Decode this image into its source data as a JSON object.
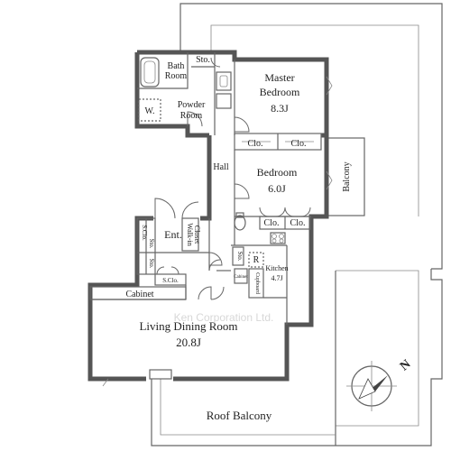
{
  "rooms": {
    "bath_room": [
      "Bath",
      "Room"
    ],
    "sto_top": "Sto.",
    "powder_room": [
      "Powder",
      "Room"
    ],
    "washer": "W.",
    "master_bedroom": [
      "Master",
      "Bedroom",
      "8.3J"
    ],
    "clo_1": "Clo.",
    "clo_2": "Clo.",
    "hall": "Hall",
    "bedroom": [
      "Bedroom",
      "6.0J"
    ],
    "balcony": "Balcony",
    "clo_3": "Clo.",
    "clo_4": "Clo.",
    "entrance": "Ent.",
    "walk_in_closet": [
      "Walk-in",
      "Closet"
    ],
    "s_clo_side": "S.Clo.",
    "sto_side_1": "Sto.",
    "sto_side_2": "Sto.",
    "s_clo_bottom": "S.Clo.",
    "sto_kitchen": "Sto.",
    "refrigerator": "R",
    "kitchen": [
      "Kitchen",
      "4.7J"
    ],
    "cupboard": "Cupboard",
    "cabinet_small": "Cabinet",
    "cabinet": "Cabinet",
    "living_dining": [
      "Living Dining Room",
      "20.8J"
    ],
    "roof_balcony": "Roof Balcony"
  },
  "watermark": "Ken Corporation Ltd.",
  "compass": {
    "label": "N",
    "icon": "compass-north-icon"
  }
}
